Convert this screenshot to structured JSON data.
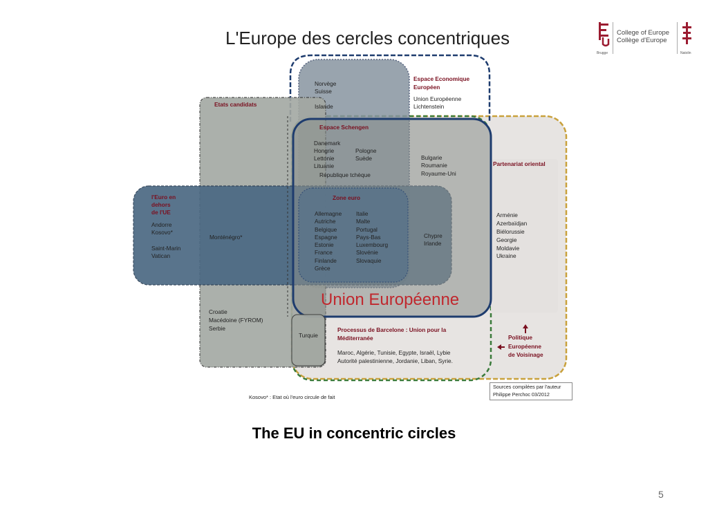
{
  "slide": {
    "title": "L'Europe des cercles concentriques",
    "caption": "The EU in concentric circles",
    "page_number": "5"
  },
  "logo": {
    "line1": "College of Europe",
    "line2": "Collège d'Europe",
    "left_small": "Brugge",
    "right_small": "Natolin",
    "color": "#9b1b30"
  },
  "chart_data": {
    "type": "diagram",
    "regions": [
      {
        "title": "Espace Economique Européen",
        "members": [
          "Norvège",
          "Suisse",
          "Islande",
          "Union Européenne",
          "Lichtenstein"
        ]
      },
      {
        "title": "Etats candidats",
        "members": [
          "Monténégro*",
          "Croatie",
          "Macédoine (FYROM)",
          "Serbie",
          "Turquie"
        ]
      },
      {
        "title": "Espace Schengen",
        "members": [
          "Danemark",
          "Hongrie",
          "Pologne",
          "Lettonie",
          "Suède",
          "Lituanie",
          "République tchèque"
        ]
      },
      {
        "title": "Zone euro",
        "members": [
          "Allemagne",
          "Autriche",
          "Belgique",
          "Espagne",
          "Estonie",
          "France",
          "Finlande",
          "Grèce",
          "Italie",
          "Malte",
          "Portugal",
          "Pays-Bas",
          "Luxembourg",
          "Slovénie",
          "Slovaquie"
        ]
      },
      {
        "title": "l'Euro en dehors de l'UE",
        "members": [
          "Andorre",
          "Kosovo*",
          "Saint-Marin",
          "Vatican"
        ]
      },
      {
        "title": "Union Européenne",
        "members": [
          "Bulgarie",
          "Roumanie",
          "Royaume-Uni",
          "Chypre",
          "Irlande"
        ]
      },
      {
        "title": "Partenariat oriental",
        "members": [
          "Arménie",
          "Azerbaïdjan",
          "Biélorussie",
          "Georgie",
          "Moldavie",
          "Ukraine"
        ]
      },
      {
        "title": "Processus de Barcelone : Union pour la Méditerranée",
        "members": [
          "Maroc, Algérie, Tunisie, Egypte, Israël, Lybie",
          "Autorité palestinienne, Jordanie, Liban, Syrie."
        ]
      },
      {
        "title": "Politique Européenne de Voisinage",
        "members": []
      }
    ]
  },
  "labels": {
    "eee_title_1": "Espace Economique",
    "eee_title_2": "Européen",
    "eee_ue": "Union Européenne",
    "eee_lich": "Lichtenstein",
    "norvege": "Norvège",
    "suisse": "Suisse",
    "islande": "Islande",
    "candidats": "Etats candidats",
    "schengen": "Espace Schengen",
    "danemark": "Danemark",
    "hongrie": "Hongrie",
    "lettonie": "Lettonie",
    "lituanie": "Lituanie",
    "pologne": "Pologne",
    "suede": "Suède",
    "rep_tcheque": "République tchèque",
    "bulgarie": "Bulgarie",
    "roumanie": "Roumanie",
    "royaume_uni": "Royaume-Uni",
    "partenariat": "Partenariat oriental",
    "euro_hors_1": "l'Euro en",
    "euro_hors_2": "dehors",
    "euro_hors_3": "de l'UE",
    "andorre": "Andorre",
    "kosovo": "Kosovo*",
    "saint_marin": "Saint-Marin",
    "vatican": "Vatican",
    "montenegro": "Monténégro*",
    "zone_euro": "Zone euro",
    "ze_col1": [
      "Allemagne",
      "Autriche",
      "Belgique",
      "Espagne",
      "Estonie",
      "France",
      "Finlande",
      "Grèce"
    ],
    "ze_col2": [
      "Italie",
      "Malte",
      "Portugal",
      "Pays-Bas",
      "Luxembourg",
      "Slovénie",
      "Slovaquie"
    ],
    "chypre": "Chypre",
    "irlande": "Irlande",
    "pe_members": [
      "Arménie",
      "Azerbaïdjan",
      "Biélorussie",
      "Georgie",
      "Moldavie",
      "Ukraine"
    ],
    "union_europeenne": "Union Européenne",
    "croatie": "Croatie",
    "macedoine": "Macédoine (FYROM)",
    "serbie": "Serbie",
    "turquie": "Turquie",
    "barcelone_1": "Processus de Barcelone : Union pour la",
    "barcelone_2": "Méditerranée",
    "barcelone_m1": "Maroc, Algérie, Tunisie, Egypte, Israël, Lybie",
    "barcelone_m2": "Autorité palestinienne, Jordanie, Liban, Syrie.",
    "pev_1": "Politique",
    "pev_2": "Européenne",
    "pev_3": "de Voisinage",
    "sources_1": "Sources compilées par l'auteur",
    "sources_2": "Philippe Perchoc 03/2012",
    "footnote": "Kosovo* : Etat où l'euro circule de fait"
  },
  "colors": {
    "candidats_fill": "#a8ada7",
    "eee_fill": "#8a98a3",
    "euro_hors_fill": "#4d6a82",
    "schengen_fill": "#8a8f8c",
    "pe_fill": "#dedbd9",
    "ue_border": "#1e3c6e",
    "pev_border": "#c9a13c",
    "barcelone_border": "#3a7a3a",
    "label_red": "#7a1020",
    "eu_red": "#c0282e"
  }
}
